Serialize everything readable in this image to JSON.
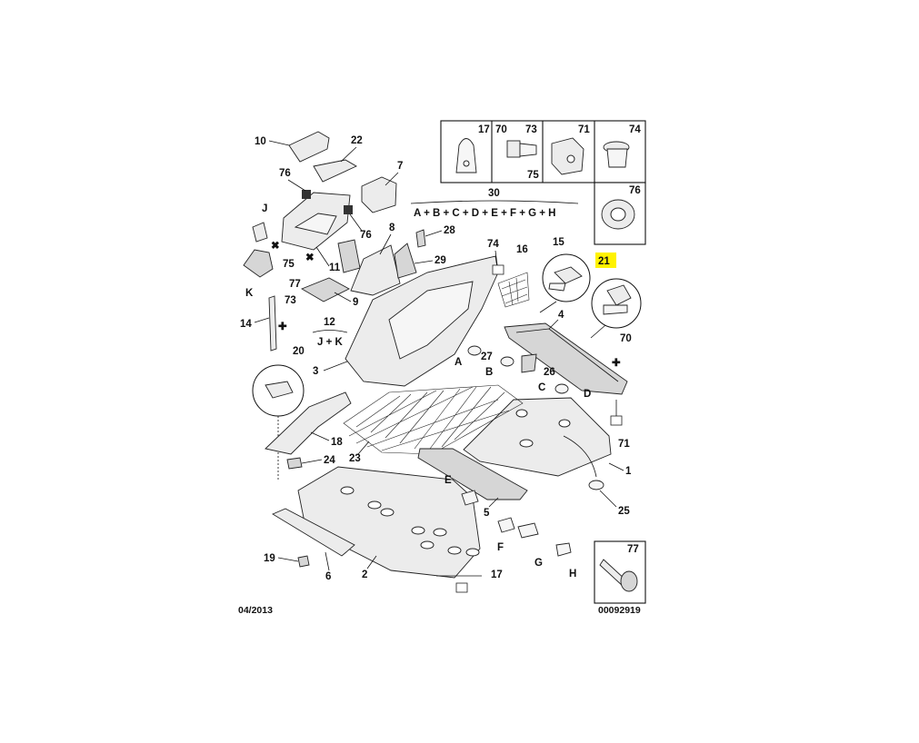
{
  "document": {
    "date_code": "04/2013",
    "reference_number": "00092919"
  },
  "callouts": {
    "c1": "1",
    "c2": "2",
    "c3": "3",
    "c4": "4",
    "c5": "5",
    "c6": "6",
    "c7": "7",
    "c8": "8",
    "c9": "9",
    "c10": "10",
    "c11": "11",
    "c12": "12",
    "c14": "14",
    "c15": "15",
    "c16": "16",
    "c17": "17",
    "c18": "18",
    "c19": "19",
    "c20": "20",
    "c21": "21",
    "c22": "22",
    "c23": "23",
    "c24": "24",
    "c25": "25",
    "c26": "26",
    "c27": "27",
    "c28": "28",
    "c29": "29",
    "c30": "30",
    "c70": "70",
    "c71": "71",
    "c73": "73",
    "c74": "74",
    "c75": "75",
    "c76": "76",
    "c77": "77",
    "A": "A",
    "B": "B",
    "C": "C",
    "D": "D",
    "E": "E",
    "F": "F",
    "G": "G",
    "H": "H",
    "J": "J",
    "K": "K"
  },
  "kits": {
    "kit30_formula": "A + B + C + D + E + F + G + H",
    "kit12_formula": "J + K"
  },
  "inset_boxes": {
    "box17": "17",
    "box70": "70",
    "box73": "73",
    "box75": "75",
    "box71": "71",
    "box74": "74",
    "box76": "76",
    "box77": "77"
  },
  "colors": {
    "highlight": "#fff200",
    "line": "#111111",
    "part_fill": "#ececec"
  }
}
